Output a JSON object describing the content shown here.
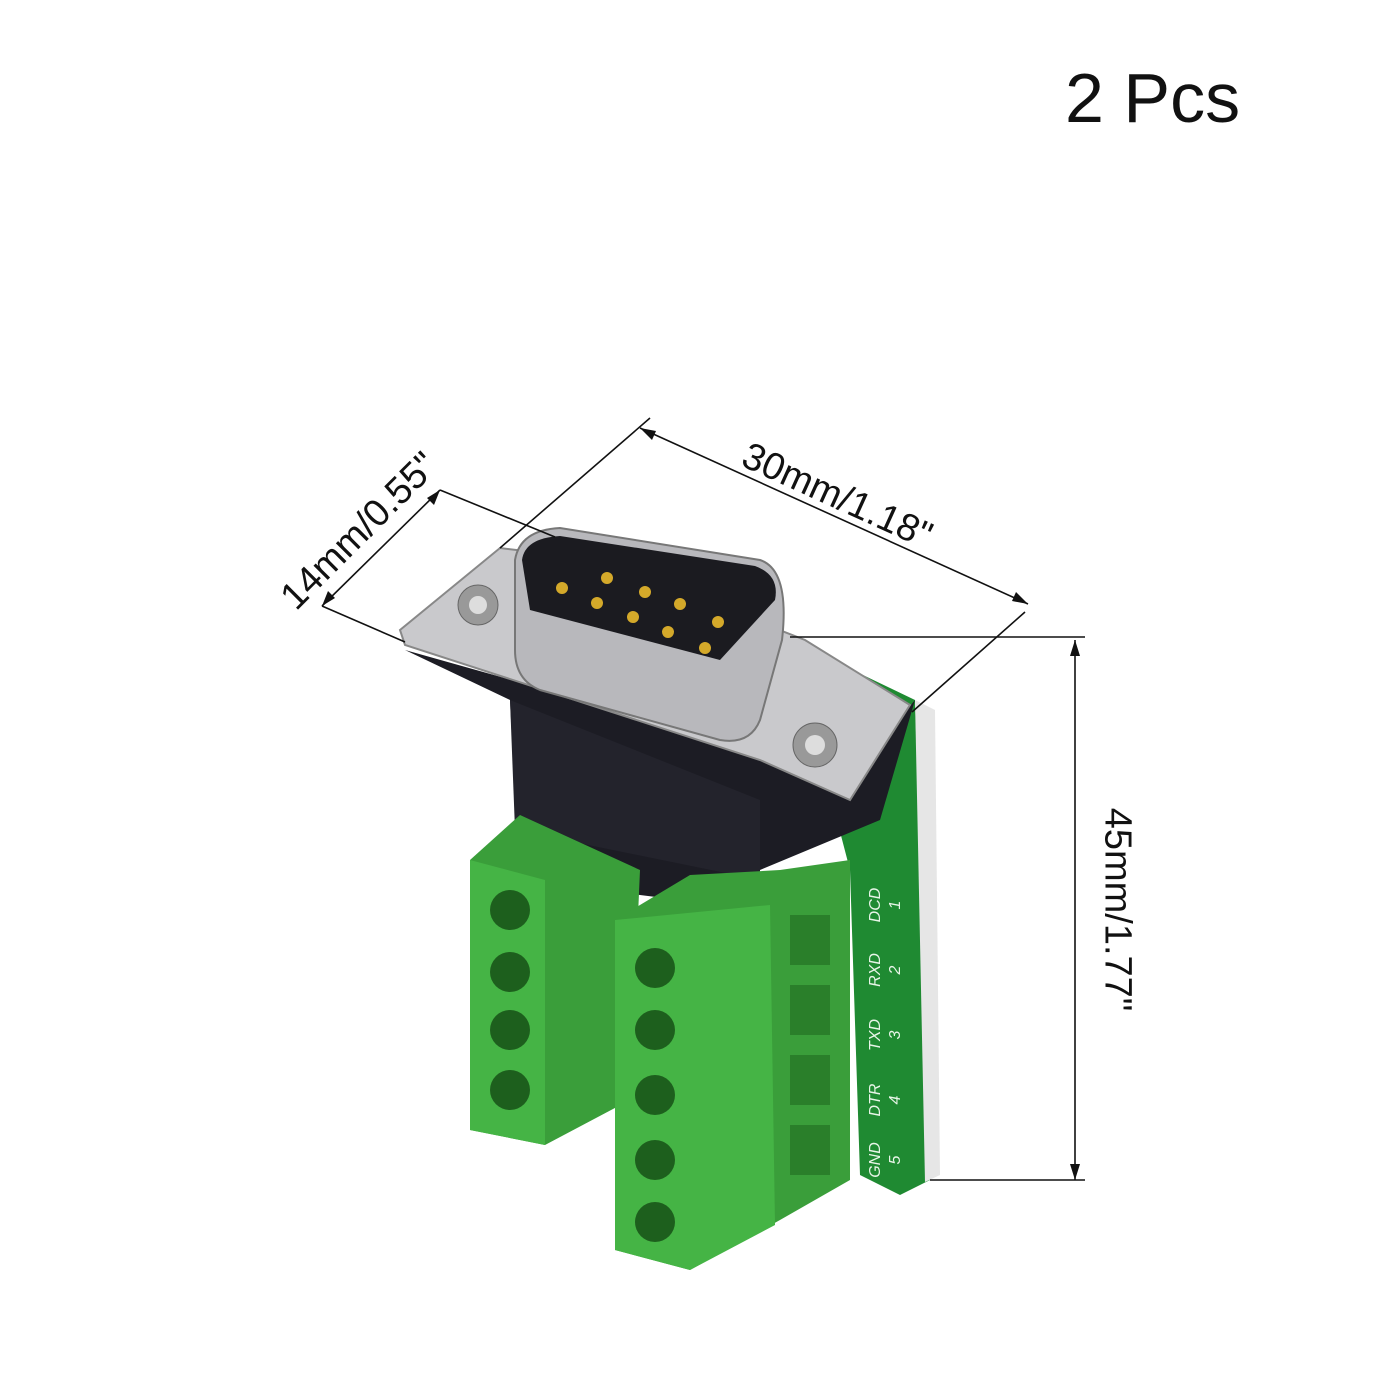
{
  "quantity_label": "2 Pcs",
  "dimensions": {
    "length": "30mm/1.18\"",
    "width": "14mm/0.55\"",
    "height": "45mm/1.77\""
  },
  "pcb_pins": [
    {
      "signal": "DCD",
      "number": "1"
    },
    {
      "signal": "RXD",
      "number": "2"
    },
    {
      "signal": "TXD",
      "number": "3"
    },
    {
      "signal": "DTR",
      "number": "4"
    },
    {
      "signal": "GND",
      "number": "5"
    }
  ],
  "colors": {
    "terminal_green": "#3fae3f",
    "pcb_green": "#1f8a32",
    "housing_black": "#1c1c24",
    "shell_metal": "#c9c9cc"
  }
}
